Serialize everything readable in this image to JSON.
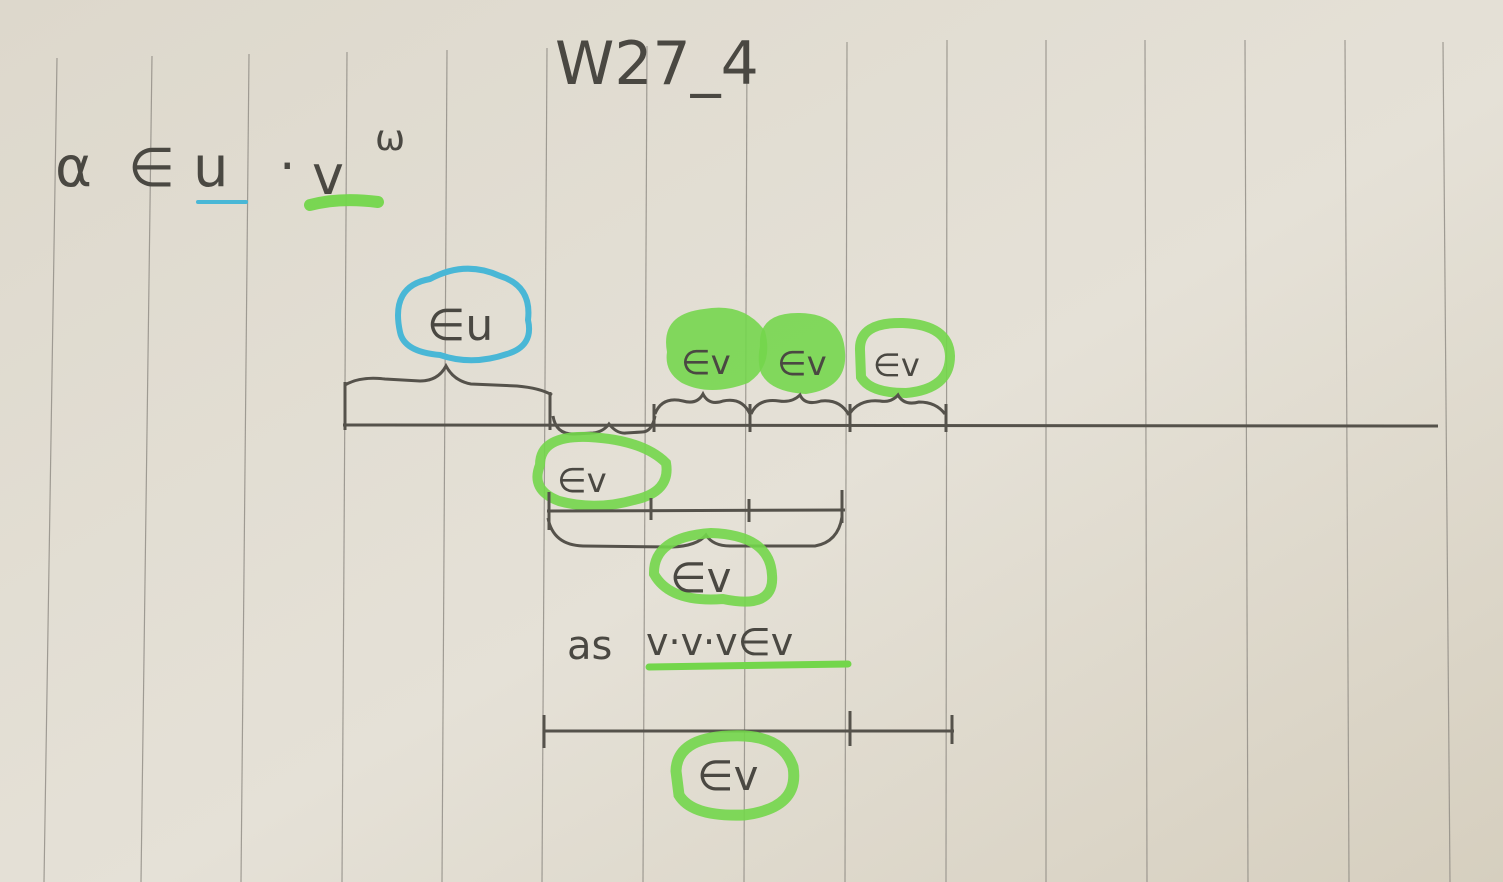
{
  "colors": {
    "paper": "#e3dfd4",
    "paper_shadow": "#cfc8b8",
    "ruling": "#8e8a83",
    "ink": "#4a4842",
    "highlight_green": "#73d64b",
    "highlight_blue": "#49b7d6"
  },
  "title": "W27_4",
  "formula": {
    "alpha": "α",
    "member_of": "∈",
    "u": "u",
    "dot": "·",
    "v": "v",
    "omega": "ω"
  },
  "labels": {
    "in_u": "∈u",
    "in_v": "∈v",
    "as_prefix": "as",
    "vvv_in_v": "v·v·v∈v"
  }
}
